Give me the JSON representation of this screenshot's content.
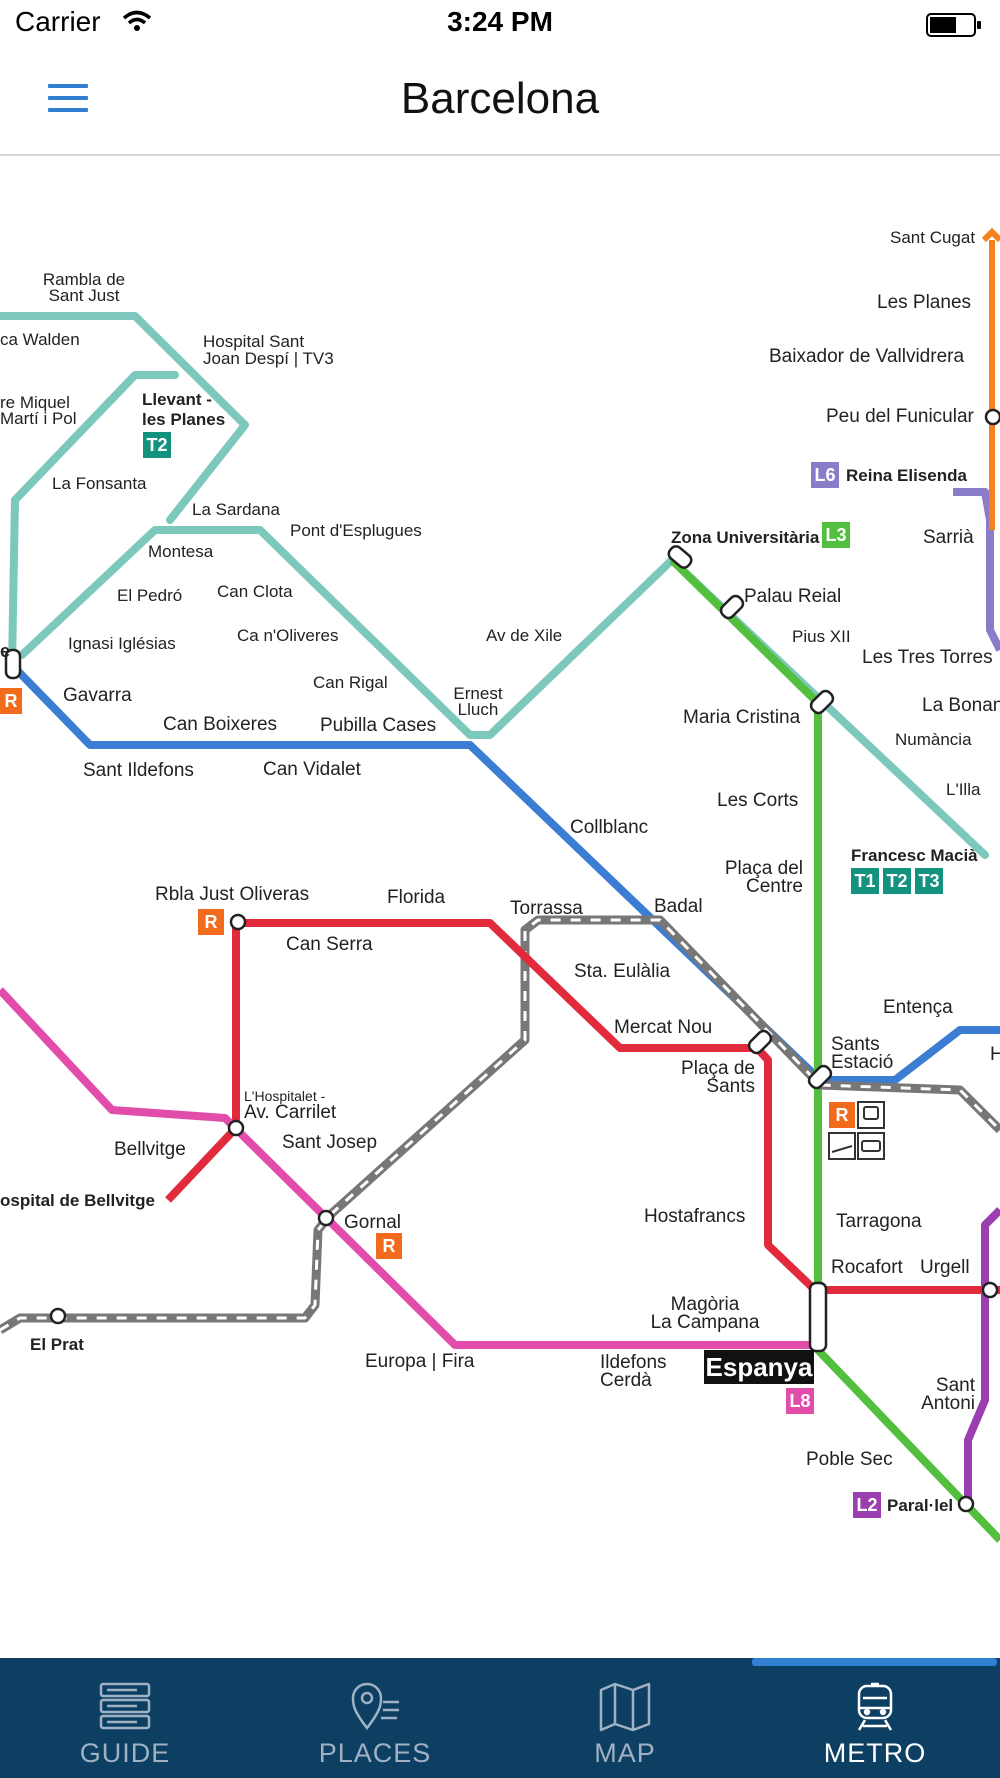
{
  "status_bar": {
    "carrier": "Carrier",
    "time": "3:24 PM"
  },
  "header": {
    "title": "Barcelona"
  },
  "tabs": [
    {
      "label": "GUIDE",
      "icon": "guide-icon",
      "active": false
    },
    {
      "label": "PLACES",
      "icon": "places-icon",
      "active": false
    },
    {
      "label": "MAP",
      "icon": "map-icon",
      "active": false
    },
    {
      "label": "METRO",
      "icon": "metro-icon",
      "active": true
    }
  ],
  "colors": {
    "tram": "#7cc8bd",
    "l1": "#3a7dd3",
    "l3": "#52bf3f",
    "l5": "#e12a3c",
    "l8": "#e24dab",
    "l6": "#8a7cc8",
    "l2": "#9b3fb0",
    "fgc": "#f5821f",
    "renfe": "#f26a1b",
    "tram_badge": "#13937d",
    "tabbar": "#0d3f63",
    "accent": "#2f7fd3"
  },
  "metro_map": {
    "stations": {
      "rambla": "Rambla de\nSant Just",
      "walden": "ca  Walden",
      "hospital_sant_joan": "Hospital Sant\nJoan Despí | TV3",
      "pere_miquel": "re Miquel\nMartí i Pol",
      "llevant": "Llevant -\nles Planes",
      "la_fonsanta": "La Fonsanta",
      "la_sardana": "La Sardana",
      "pont_esplugues": "Pont d'Esplugues",
      "montesa": "Montesa",
      "el_pedro": "El Pedró",
      "can_clota": "Can Clota",
      "ignasi": "Ignasi Iglésias",
      "can_noliveres": "Ca n'Oliveres",
      "can_rigal": "Can Rigal",
      "ernest_lluch": "Ernest\nLluch",
      "av_xile": "Av de Xile",
      "gavarra": "Gavarra",
      "can_boixeres": "Can Boixeres",
      "pubilla_cases": "Pubilla Cases",
      "sant_ildefons": "Sant Ildefons",
      "can_vidalet": "Can Vidalet",
      "collblanc": "Collblanc",
      "badal": "Badal",
      "zona_univ": "Zona Universitària",
      "palau_reial": "Palau Reial",
      "pius_xii": "Pius XII",
      "maria_cristina": "Maria Cristina",
      "numancia": "Numància",
      "lilla": "L'Illa",
      "les_corts": "Les Corts",
      "placa_centre": "Plaça del\nCentre",
      "francesc_macia": "Francesc Macià",
      "sant_cugat": "Sant Cugat",
      "les_planes": "Les Planes",
      "baixador": "Baixador de Vallvidrera",
      "peu_funicular": "Peu del Funicular",
      "reina_elisenda": "Reina Elisenda",
      "sarria": "Sarrià",
      "les_tres_torres": "Les Tres Torres",
      "la_bonanova": "La Bonan",
      "rbla_just_oliveras": "Rbla Just Oliveras",
      "florida": "Florida",
      "torrassa": "Torrassa",
      "can_serra": "Can Serra",
      "sta_eulalia": "Sta. Eulàlia",
      "mercat_nou": "Mercat Nou",
      "placa_sants": "Plaça de\nSants",
      "sants_estacio": "Sants\nEstació",
      "entenca": "Entença",
      "h_cut": "H",
      "lhospitalet_small": "L'Hospitalet -",
      "av_carrilet": "Av. Carrilet",
      "bellvitge": "Bellvitge",
      "sant_josep": "Sant Josep",
      "hospital_bellvitge": "ospital de Bellvitge",
      "gornal": "Gornal",
      "hostafrancs": "Hostafrancs",
      "tarragona": "Tarragona",
      "rocafort": "Rocafort",
      "urgell": "Urgell",
      "magoria": "Magòria\nLa Campana",
      "europa_fira": "Europa | Fira",
      "ildefons_cerda": "Ildefons\nCerdà",
      "espanya": "Espanya",
      "el_prat": "El Prat",
      "sant_antoni": "Sant\nAntoni",
      "poble_sec": "Poble Sec",
      "paral_lel": "Paral·lel",
      "e_cut": "e"
    },
    "badges": {
      "t2": "T2",
      "l3": "L3",
      "l6": "L6",
      "t1": "T1",
      "t3": "T3",
      "l8": "L8",
      "l2": "L2",
      "r": "R"
    }
  }
}
